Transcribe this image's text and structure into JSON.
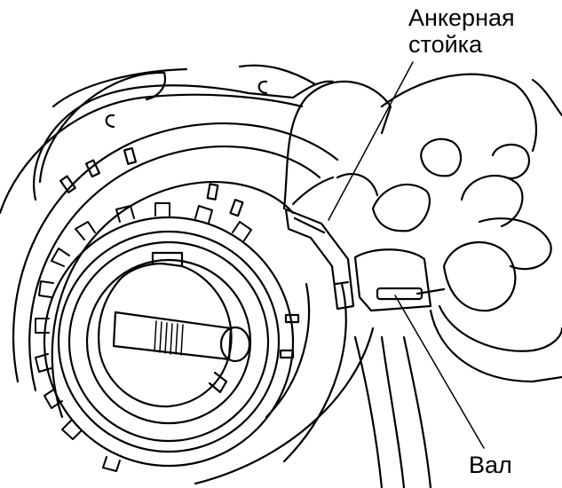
{
  "labels": {
    "anchor_line1": "Анкерная",
    "anchor_line2": "стойка",
    "shaft": "Вал"
  },
  "colors": {
    "ink": "#000000",
    "paper": "#ffffff"
  }
}
